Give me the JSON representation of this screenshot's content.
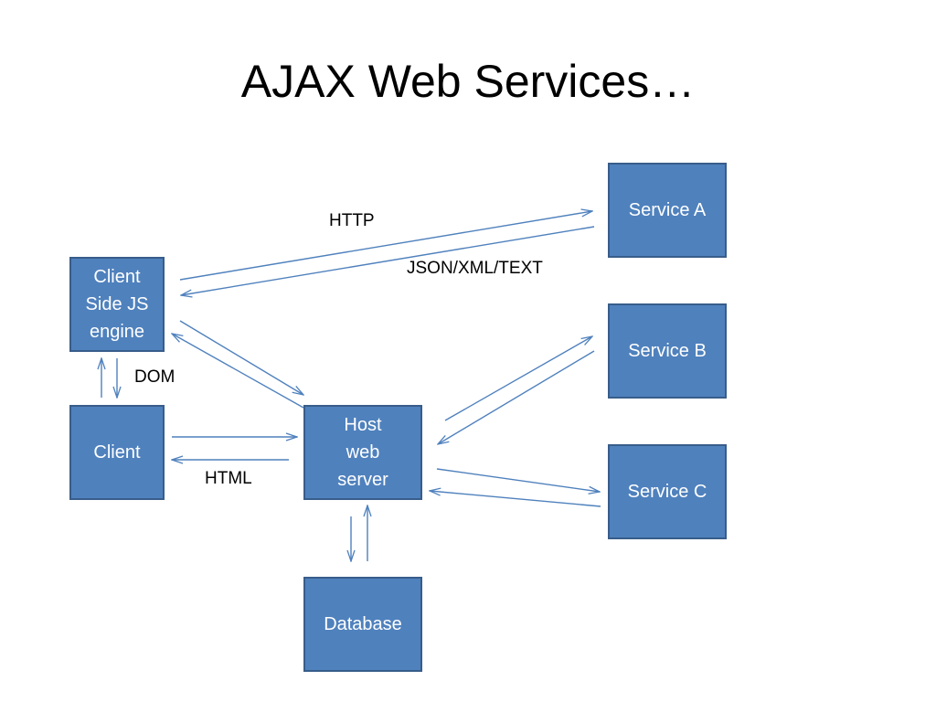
{
  "slide": {
    "title": "AJAX Web Services…"
  },
  "nodes": {
    "client_engine": {
      "lines": [
        "Client",
        "Side JS",
        "engine"
      ]
    },
    "client": {
      "lines": [
        "Client"
      ]
    },
    "host": {
      "lines": [
        "Host",
        "web",
        "server"
      ]
    },
    "database": {
      "lines": [
        "Database"
      ]
    },
    "service_a": {
      "lines": [
        "Service A"
      ]
    },
    "service_b": {
      "lines": [
        "Service B"
      ]
    },
    "service_c": {
      "lines": [
        "Service C"
      ]
    }
  },
  "edge_labels": {
    "http": "HTTP",
    "json": "JSON/XML/TEXT",
    "dom": "DOM",
    "html": "HTML"
  },
  "colors": {
    "box_fill": "#4f81bd",
    "box_border": "#385d8a",
    "arrow": "#4f81bd"
  }
}
